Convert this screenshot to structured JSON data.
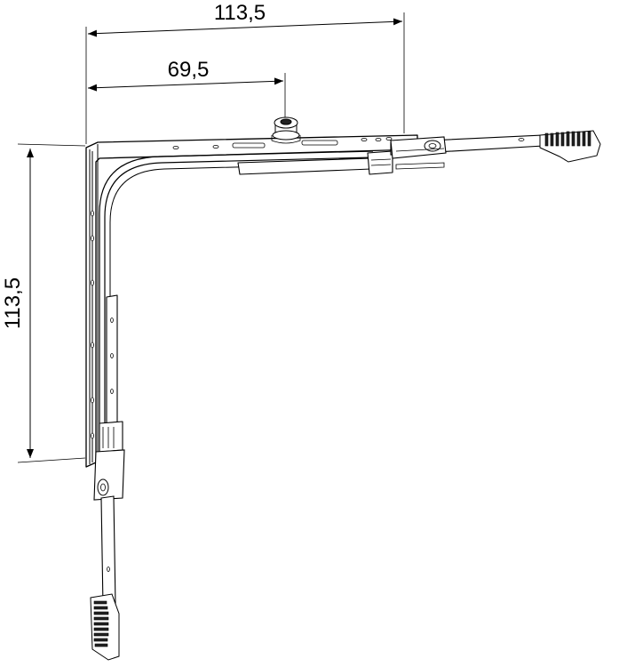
{
  "dimensions": {
    "top_overall": "113,5",
    "top_partial": "69,5",
    "left_overall": "113,5"
  },
  "colors": {
    "line": "#000000",
    "fill": "#ffffff",
    "grip": "#222222"
  }
}
